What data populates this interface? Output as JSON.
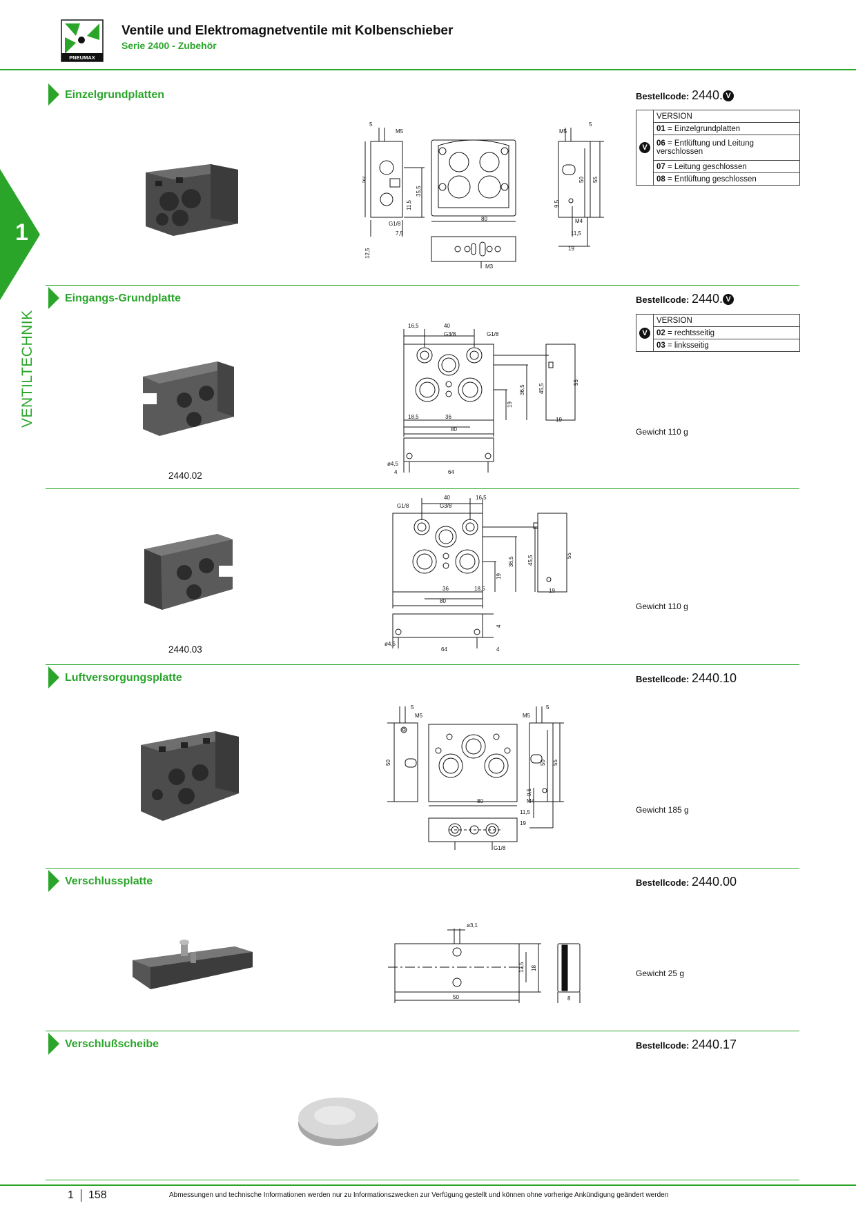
{
  "header": {
    "brand": "PNEUMAX",
    "title": "Ventile und Elektromagnetventile mit Kolbenschieber",
    "subtitle": "Serie 2400 - Zubehör"
  },
  "side_tab": {
    "number": "1",
    "label": "VENTILTECHNIK"
  },
  "colors": {
    "accent": "#2aa52a",
    "text": "#111111"
  },
  "order_label": "Bestellcode:",
  "sections": [
    {
      "title": "Einzelgrundplatten",
      "code": "2440.",
      "badge": "V",
      "version_header": "VERSION",
      "versions": [
        {
          "code": "01",
          "text": " = Einzelgrundplatten"
        },
        {
          "code": "06",
          "text": " = Entlüftung und Leitung verschlossen"
        },
        {
          "code": "07",
          "text": " = Leitung geschlossen"
        },
        {
          "code": "08",
          "text": " = Entlüftung geschlossen"
        }
      ],
      "dims": {
        "d5": "5",
        "m5": "M5",
        "d50": "50",
        "d355": "35,5",
        "d115": "11,5",
        "g18": "G1/8",
        "d75": "7,5",
        "d80": "80",
        "d95": "9,5",
        "m4": "M4",
        "d55": "55",
        "d19": "19",
        "d125": "12,5",
        "m3": "M3"
      }
    },
    {
      "title": "Eingangs-Grundplatte",
      "code": "2440.",
      "badge": "V",
      "version_header": "VERSION",
      "versions": [
        {
          "code": "02",
          "text": " = rechtsseitig"
        },
        {
          "code": "03",
          "text": " = linksseitig"
        }
      ],
      "weight": "Gewicht 110 g",
      "part": "2440.02",
      "dims": {
        "d165": "16,5",
        "d40": "40",
        "g38": "G3/8",
        "g18": "G1/8",
        "d365": "36,5",
        "d455": "45,5",
        "d19": "19",
        "d55": "55",
        "d185": "18,5",
        "d36": "36",
        "d80": "80",
        "d45": "ø4,5",
        "d4": "4",
        "d64": "64"
      }
    },
    {
      "weight": "Gewicht 110 g",
      "part": "2440.03",
      "dims": {
        "g18": "G1/8",
        "d40": "40",
        "d165": "16,5",
        "g38": "G3/8",
        "d365": "36,5",
        "d455": "45,5",
        "d19": "19",
        "d55": "55",
        "d36": "36",
        "d185": "18,5",
        "d80": "80",
        "d4": "4",
        "d45": "ø4,5",
        "d64": "64"
      }
    },
    {
      "title": "Luftversorgungsplatte",
      "code": "2440.10",
      "weight": "Gewicht 185 g",
      "dims": {
        "d5": "5",
        "m5": "M5",
        "d50": "50",
        "d80": "80",
        "d95": "9,5",
        "m4": "M4",
        "d55": "55",
        "d115": "11,5",
        "d19": "19",
        "g18": "G1/8"
      }
    },
    {
      "title": "Verschlussplatte",
      "code": "2440.00",
      "weight": "Gewicht 25 g",
      "dims": {
        "d31": "ø3,1",
        "d125": "12,5",
        "d18": "18",
        "d50": "50",
        "d8": "8"
      }
    },
    {
      "title": "Verschlußscheibe",
      "code": "2440.17"
    }
  ],
  "footer": {
    "chapter": "1",
    "page": "158",
    "note": "Abmessungen und technische Informationen werden nur zu Informationszwecken zur Verfügung gestellt und können ohne vorherige Ankündigung geändert werden"
  }
}
